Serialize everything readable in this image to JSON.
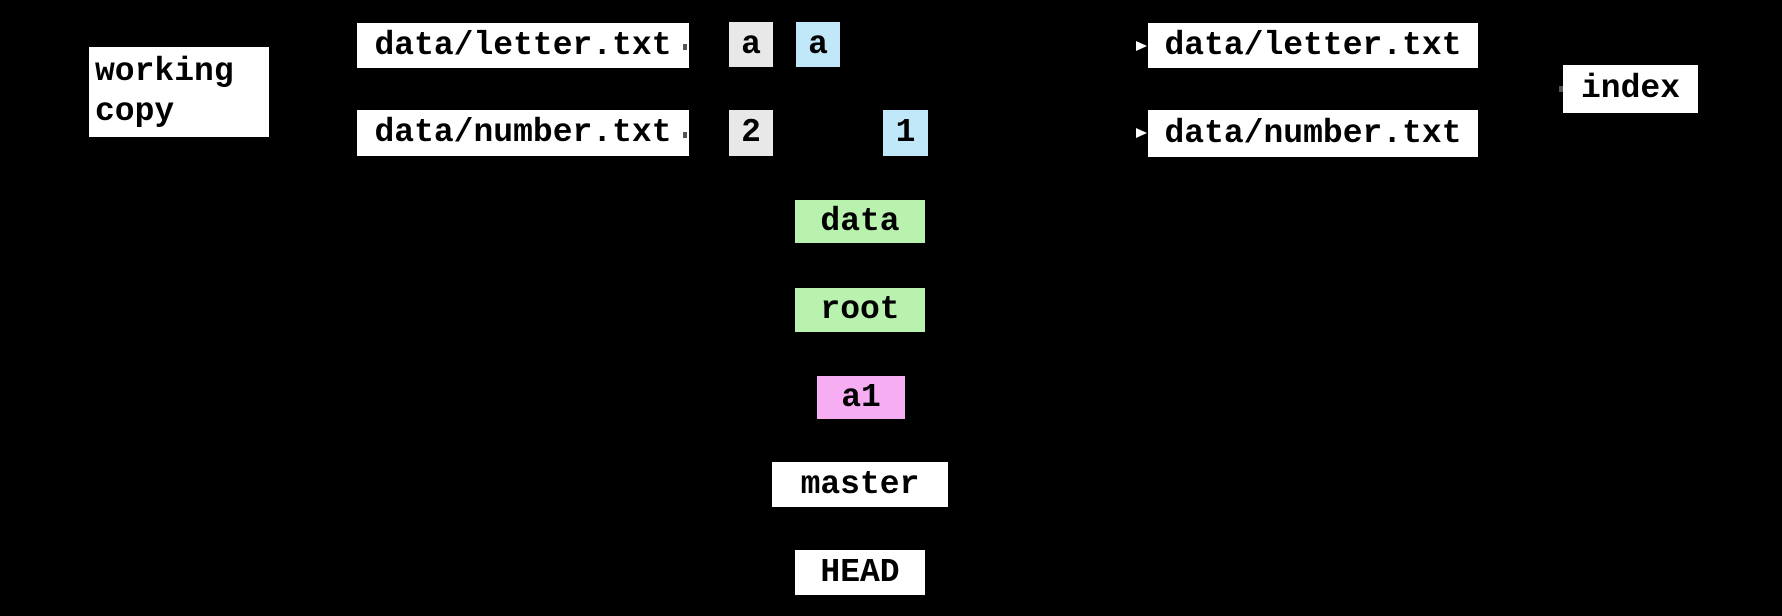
{
  "diagram": {
    "kind": "git-internals-diagram",
    "background": "#000000",
    "text_color": "#000000",
    "colors": {
      "file_box": "#ffffff",
      "working_blob": "#e8e8e8",
      "index_blob": "#c0e8f8",
      "tree": "#b8f2ae",
      "commit": "#f7adf2"
    },
    "working_copy": {
      "label": "working\ncopy",
      "files": {
        "letter": "data/letter.txt",
        "number": "data/number.txt"
      },
      "blobs": {
        "letter": "a",
        "number": "2"
      }
    },
    "index": {
      "label": "index",
      "files": {
        "letter": "data/letter.txt",
        "number": "data/number.txt"
      },
      "blobs": {
        "letter": "a",
        "number": "1"
      }
    },
    "objects": {
      "tree_data": "data",
      "tree_root": "root",
      "commit": "a1"
    },
    "refs": {
      "branch": "master",
      "head": "HEAD"
    }
  }
}
